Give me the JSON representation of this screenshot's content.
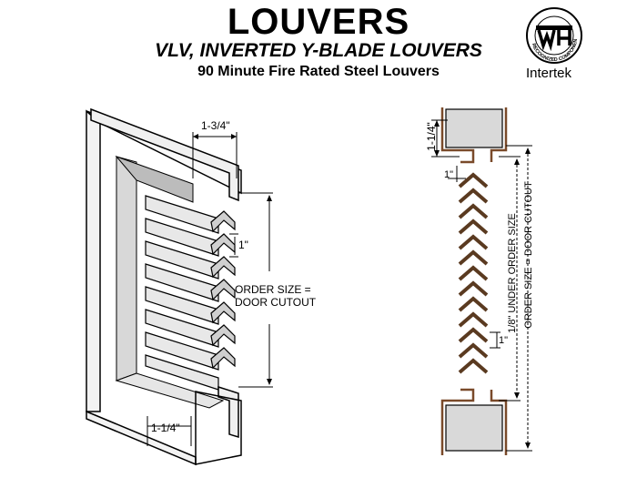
{
  "header": {
    "title": "LOUVERS",
    "subtitle": "VLV, INVERTED Y-BLADE LOUVERS",
    "description": "90 Minute Fire Rated Steel Louvers"
  },
  "logo": {
    "word": "Intertek",
    "seal_text": "RECOGNIZED COMPONENT",
    "icon": "wh-seal-icon"
  },
  "left_diagram": {
    "dim_top": "1-3/4\"",
    "dim_blade": "1\"",
    "dim_bottom": "1-1/4\"",
    "order_size_line1": "ORDER SIZE =",
    "order_size_line2": "DOOR CUTOUT"
  },
  "right_diagram": {
    "dim_top": "1-1/4\"",
    "dim_gap": "1\"",
    "dim_blade": "1\"",
    "under_order": "1/8\" UNDER ORDER SIZE",
    "order_size": "ORDER SIZE = DOOR CUTOUT"
  }
}
